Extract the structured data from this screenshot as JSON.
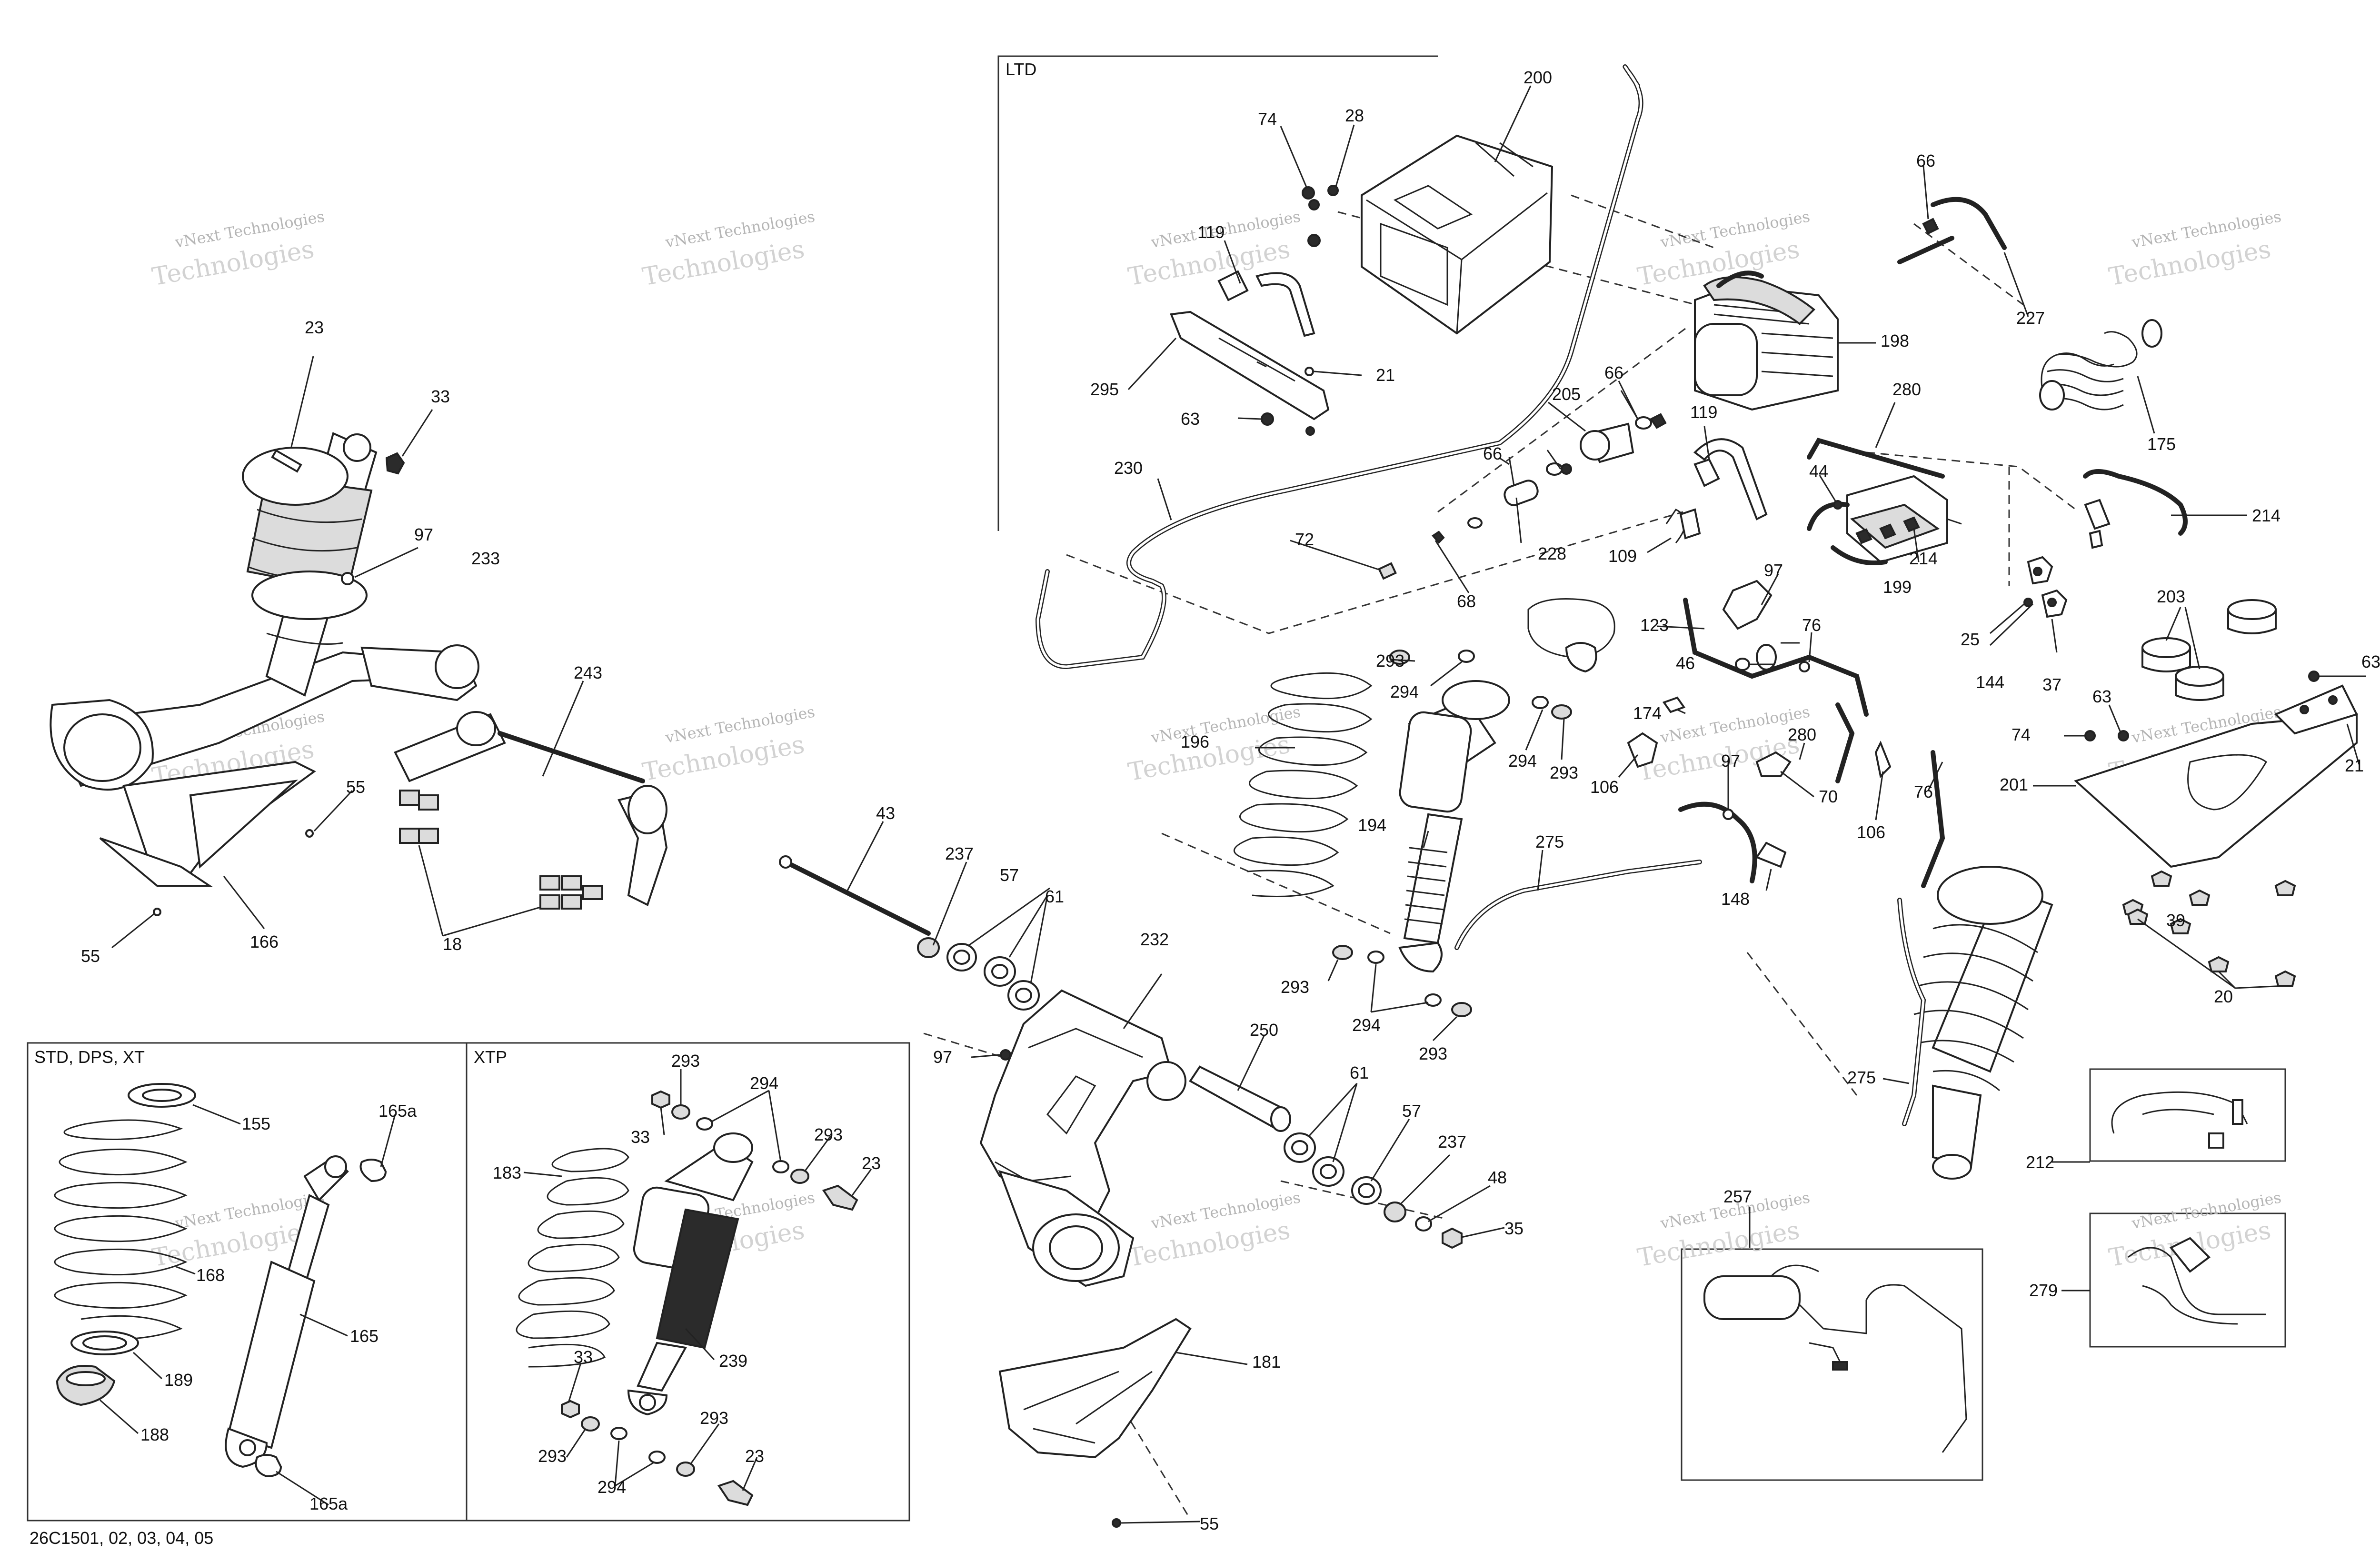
{
  "document_ref": "26C1501, 02, 03, 04, 05",
  "watermark": {
    "line1": "vNext Technologies",
    "line2": "Technologies"
  },
  "boxes": {
    "ltd": "LTD",
    "std": "STD, DPS, XT",
    "xtp": "XTP"
  },
  "callouts": {
    "c_23a": "23",
    "c_33a": "33",
    "c_97a": "97",
    "c_233": "233",
    "c_243": "243",
    "c_55a": "55",
    "c_55b": "55",
    "c_166": "166",
    "c_18": "18",
    "c_74a": "74",
    "c_28": "28",
    "c_200": "200",
    "c_119a": "119",
    "c_21a": "21",
    "c_295": "295",
    "c_63a": "63",
    "c_230": "230",
    "c_72": "72",
    "c_68": "68",
    "c_228": "228",
    "c_66a": "66",
    "c_66b": "66",
    "c_66c": "66",
    "c_205": "205",
    "c_109": "109",
    "c_227": "227",
    "c_198": "198",
    "c_119b": "119",
    "c_280a": "280",
    "c_44": "44",
    "c_214a": "214",
    "c_214b": "214",
    "c_199": "199",
    "c_175": "175",
    "c_25": "25",
    "c_144": "144",
    "c_37": "37",
    "c_203": "203",
    "c_63b": "63",
    "c_63c": "63",
    "c_74b": "74",
    "c_21b": "21",
    "c_201": "201",
    "c_39": "39",
    "c_20": "20",
    "c_97b": "97",
    "c_123": "123",
    "c_46": "46",
    "c_76a": "76",
    "c_76b": "76",
    "c_174": "174",
    "c_280b": "280",
    "c_70": "70",
    "c_97c": "97",
    "c_106a": "106",
    "c_106b": "106",
    "c_148": "148",
    "c_275a": "275",
    "c_275b": "275",
    "c_293a": "293",
    "c_294a": "294",
    "c_196": "196",
    "c_194": "194",
    "c_294b": "294",
    "c_293b": "293",
    "c_293c": "293",
    "c_294c": "294",
    "c_293d": "293",
    "c_43": "43",
    "c_237a": "237",
    "c_57a": "57",
    "c_61a": "61",
    "c_232": "232",
    "c_97d": "97",
    "c_250": "250",
    "c_61b": "61",
    "c_57b": "57",
    "c_237b": "237",
    "c_48": "48",
    "c_35": "35",
    "c_181": "181",
    "c_55c": "55",
    "c_257": "257",
    "c_212": "212",
    "c_279": "279",
    "c_155": "155",
    "c_165a1": "165a",
    "c_168": "168",
    "c_165": "165",
    "c_189": "189",
    "c_188": "188",
    "c_165a2": "165a",
    "c_293e": "293",
    "c_294d": "294",
    "c_33b": "33",
    "c_293f": "293",
    "c_23b": "23",
    "c_183": "183",
    "c_239": "239",
    "c_33c": "33",
    "c_293g": "293",
    "c_293h": "293",
    "c_294e": "294",
    "c_23c": "23"
  }
}
